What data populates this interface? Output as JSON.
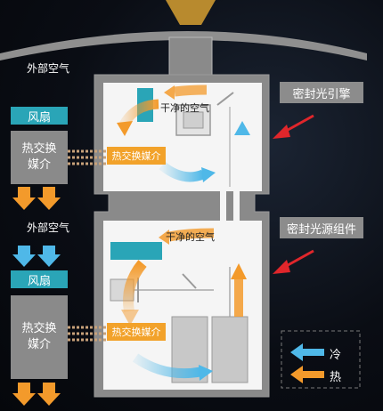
{
  "labels": {
    "outside_air_top": "外部空气",
    "outside_air_mid": "外部空气",
    "fan_top": "风扇",
    "fan_bottom": "风扇",
    "heat_exchanger_top": "热交换媒介",
    "heat_exchanger_bottom": "热交换媒介",
    "medium_top": "热交换媒介",
    "medium_bottom": "热交换媒介",
    "clean_air_top": "干净的空气",
    "clean_air_bottom": "干净的空气",
    "sealed_engine": "密封光引擎",
    "sealed_light_source": "密封光源组件"
  },
  "legend": {
    "cold": "冷",
    "hot": "热"
  },
  "colors": {
    "cold": "#4fb8e8",
    "hot": "#f39a2b",
    "callout_arrow": "#e0262b",
    "chamber": "#f5f5f5",
    "housing": "#8a8a8a"
  }
}
